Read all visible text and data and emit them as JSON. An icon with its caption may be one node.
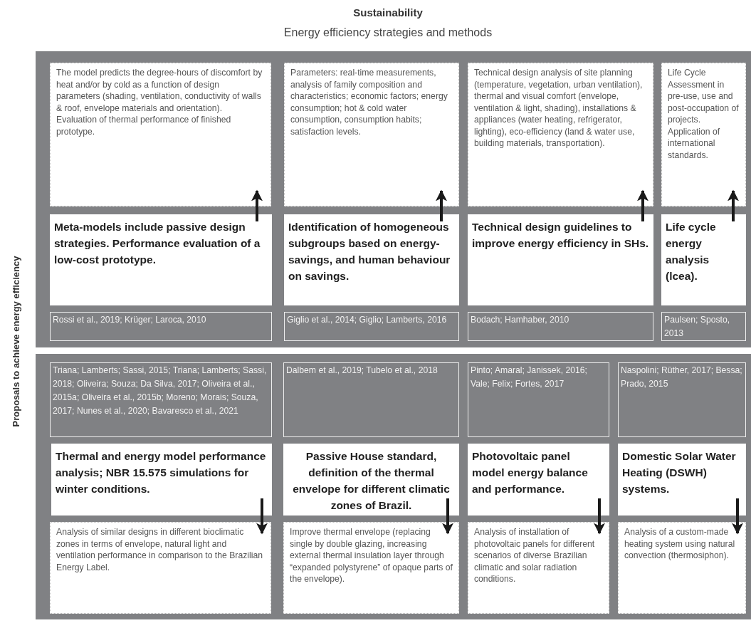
{
  "diagram": {
    "title": "Sustainability",
    "nodes": [
      {
        "text": [
          "The model predicts the degree-hours of discomfort by heat and/or by cold as a function of design parameters (shading, ventilation, conductivity of walls & roof, envelope materials and orientation). Evaluation of  thermal performance of finished prototype."
        ]
      },
      {
        "text": [
          "Parameters: real-time measurements, analysis of family composition and characteristics; economic factors; energy consumption; hot & cold water consumption, consumption habits; satisfaction levels."
        ]
      },
      {
        "text": [
          "Technical design analysis of site planning (temperature, vegetation, urban ventilation), thermal and visual comfort (envelope, ventilation & light, shading), installations & appliances (water heating, refrigerator, lighting), eco-efficiency (land & water use, building materials, transportation)."
        ]
      },
      {
        "text": [
          "Life Cycle Assessment in pre-use, use and post-occupation of projects. Application of international standards."
        ]
      },
      {
        "text": [
          "Meta-models include passive design strategies. Performance evaluation of a low-cost prototype."
        ]
      },
      {
        "text": [
          "Identification of homogeneous subgroups based on energy-savings, and human behaviour on savings."
        ]
      },
      {
        "text": [
          "Technical design guidelines to improve energy efficiency in SHs."
        ]
      },
      {
        "text": [
          "Life cycle energy analysis (lcea)."
        ]
      },
      {
        "text": [
          "Rossi et al., 2019; Krüger; Laroca, 2010"
        ]
      },
      {
        "text": [
          "Giglio et al., 2014; Giglio; Lamberts, 2016"
        ]
      },
      {
        "text": [
          "Bodach; Hamhaber, 2010"
        ]
      },
      {
        "text": [
          "Paulsen; Sposto, 2013"
        ]
      },
      {
        "text": [
          "Triana; Lamberts; Sassi, 2015; Triana; Lamberts; Sassi, 2018; Oliveira; Souza; Da Silva, 2017; Oliveira et al., 2015a; Oliveira et al., 2015b; Moreno; Morais; Souza, 2017; Nunes et al., 2020; Bavaresco et al., 2021"
        ]
      },
      {
        "text": [
          "Dalbem et al., 2019; Tubelo et al., 2018"
        ]
      },
      {
        "text": [
          "Pinto; Amaral; Janissek, 2016; Vale; Felix; Fortes, 2017"
        ]
      },
      {
        "text": [
          "Naspolini; Rüther, 2017; Bessa; Prado, 2015"
        ]
      },
      {
        "text": [
          "Thermal and energy model performance analysis; NBR 15.575 simulations for winter conditions."
        ]
      },
      {
        "text": [
          "Passive House standard, definition of the thermal envelope for different climatic zones of Brazil."
        ]
      },
      {
        "text": [
          "Photovoltaic panel model energy balance and performance."
        ]
      },
      {
        "text": [
          "Domestic Solar Water Heating (DSWH) systems."
        ]
      },
      {
        "text": [
          "Analysis of similar designs in different bioclimatic zones in terms of envelope, natural light and ventilation performance in comparison to the Brazilian Energy Label."
        ]
      },
      {
        "text": [
          "Improve thermal envelope (replacing single by double glazing, increasing external thermal insulation layer through “expanded polystyrene” of opaque parts of the envelope)."
        ]
      },
      {
        "text": [
          "Analysis of installation of photovoltaic panels for different scenarios of diverse Brazilian climatic and solar radiation conditions."
        ]
      },
      {
        "text": [
          "Analysis of a custom-made heating system using natural convection (thermosiphon)."
        ]
      }
    ],
    "edges": [
      {
        "from": 4,
        "to": 0,
        "arrow": "to"
      },
      {
        "from": 5,
        "to": 1,
        "arrow": "to"
      },
      {
        "from": 6,
        "to": 2,
        "arrow": "to"
      },
      {
        "from": 7,
        "to": 3,
        "arrow": "to"
      },
      {
        "from": 16,
        "to": 20,
        "arrow": "to"
      },
      {
        "from": 17,
        "to": 21,
        "arrow": "to"
      },
      {
        "from": 18,
        "to": 22,
        "arrow": "to"
      },
      {
        "from": 19,
        "to": 23,
        "arrow": "to"
      }
    ],
    "labels": [
      "Energy efficiency strategies and methods",
      "Proposals to achieve energy efficiency"
    ]
  }
}
